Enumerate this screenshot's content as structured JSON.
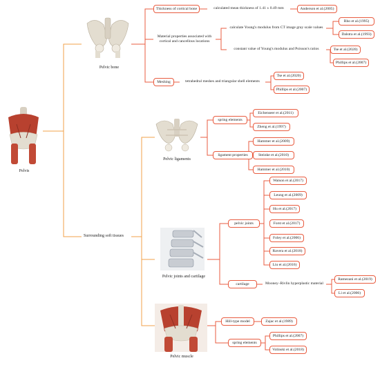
{
  "root": {
    "label": "Pelvis"
  },
  "branches": {
    "bone": {
      "label": "Pelvic bone"
    },
    "soft": {
      "label": "Surrounding soft tissues"
    }
  },
  "bone_nodes": {
    "cortical": "Thickness of cortical bone",
    "cortical_value": "calculated mean thickness of 1.41 ± 0.49 mm",
    "anderson": "Anderson et al.(2005)",
    "material": "Material properties associated with cortical and cancellous locations",
    "ct": "calculate Young's modulus from CT image gray scale values",
    "rho": "Rho et al.(1995)",
    "dalstra": "Dalstra et al.(1993)",
    "constant": "constant value of Young's modulus and Poisson's ratios",
    "tse1": "Tse et al.(2020)",
    "phillips1": "Phillips et al.(2007)",
    "meshing": "Meshing",
    "tetra": "tetrahedral meshes and triangular shell elements",
    "tse2": "Tse et al.(2020)",
    "phillips2": "Phillips et al.(2007)"
  },
  "ligaments": {
    "label": "Pelvic ligaments",
    "spring": "spring elements",
    "eichenseer": "Eichenseer et al.(2011)",
    "zheng": "Zheng et al.(1997)",
    "properties": "ligament properties",
    "hammer1": "Hammer et al.(2009)",
    "steinke": "Steinke et al.(2010)",
    "hammer2": "Hammer et al.(2010)"
  },
  "joints": {
    "label": "Pelvic joints and cartilage",
    "pelvic_joints": "pelvic joints",
    "watson": "Watson et al.(2017)",
    "leung": "Leung et al.(2009)",
    "hu": "Hu et al.(2017)",
    "forst": "Forst et al.(2017)",
    "foley": "Foley et al.(2006)",
    "ravera": "Ravera et al.(2018)",
    "liu": "Liu et al.(2016)",
    "cartilage": "cartilage",
    "mooney": "Mooney–Rivlin hyperplastic material",
    "ramezani": "Ramezani et al.(2019)",
    "li": "Li et al.(2006)"
  },
  "muscle": {
    "label": "Pelvic muscle",
    "hill": "Hill-type model",
    "zajac": "Zajac et al.(1989)",
    "spring": "spring elements",
    "phillips": "Phillips et al.(2007)",
    "volinski": "Volinski et al.(2018)"
  },
  "colors": {
    "accent": "#e85b3f",
    "branch": "#f1a04a",
    "bone": "#e3ddd0",
    "muscle": "#b8412f",
    "spine": "#8a93a0"
  },
  "icons": [
    "pelvis-skeleton-illustration",
    "pelvis-muscle-illustration",
    "spine-illustration"
  ]
}
